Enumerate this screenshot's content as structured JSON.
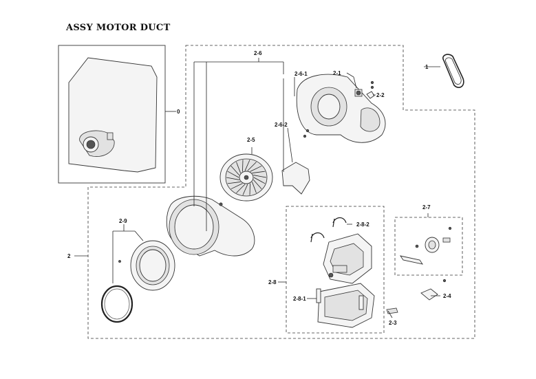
{
  "title": "ASSY MOTOR DUCT",
  "callouts": {
    "c0": "0",
    "c1": "1",
    "c2": "2",
    "c2_1": "2-1",
    "c2_2": "2-2",
    "c2_3": "2-3",
    "c2_4": "2-4",
    "c2_5": "2-5",
    "c2_6": "2-6",
    "c2_6_1": "2-6-1",
    "c2_6_2": "2-6-2",
    "c2_7": "2-7",
    "c2_8": "2-8",
    "c2_8_1": "2-8-1",
    "c2_8_2": "2-8-2",
    "c2_9": "2-9"
  }
}
